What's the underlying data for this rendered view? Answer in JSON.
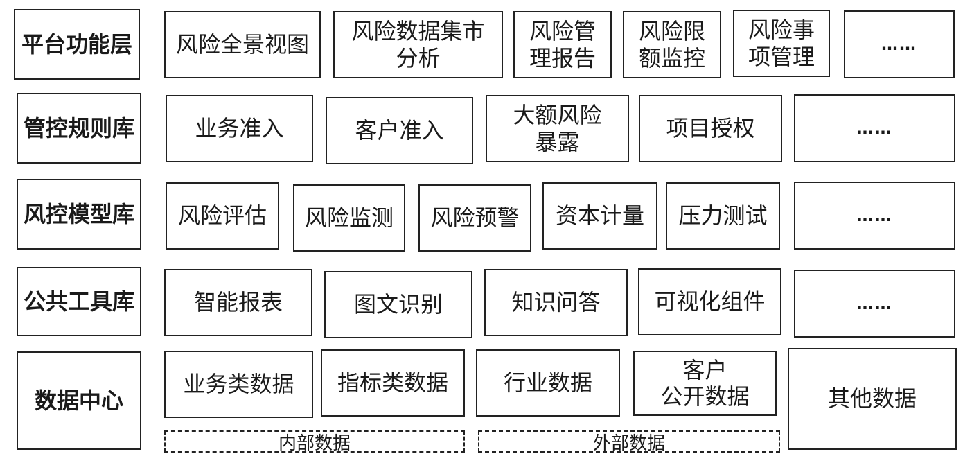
{
  "layers": [
    {
      "label": "平台功能层",
      "items": [
        "风险全景视图",
        "风险数据集市\n分析",
        "风险管\n理报告",
        "风险限\n额监控",
        "风险事\n项管理",
        "……"
      ]
    },
    {
      "label": "管控规则库",
      "items": [
        "业务准入",
        "客户准入",
        "大额风险\n暴露",
        "项目授权",
        "……"
      ]
    },
    {
      "label": "风控模型库",
      "items": [
        "风险评估",
        "风险监测",
        "风险预警",
        "资本计量",
        "压力测试",
        "……"
      ]
    },
    {
      "label": "公共工具库",
      "items": [
        "智能报表",
        "图文识别",
        "知识问答",
        "可视化组件",
        "……"
      ]
    },
    {
      "label": "数据中心",
      "items": [
        "业务类数据",
        "指标类数据",
        "行业数据",
        "客户\n公开数据",
        "其他数据"
      ],
      "groups": [
        "内部数据",
        "外部数据"
      ]
    }
  ]
}
